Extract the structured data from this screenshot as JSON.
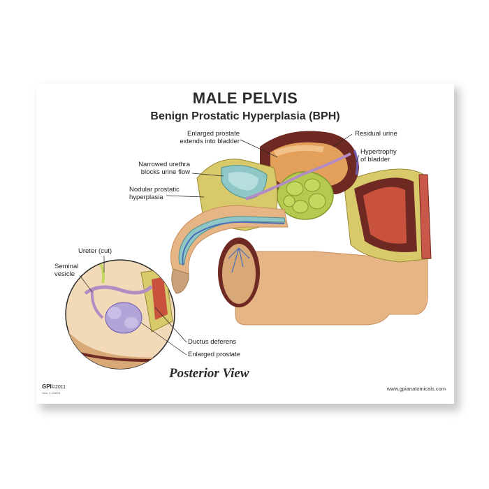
{
  "title": "MALE PELVIS",
  "subtitle": "Benign Prostatic Hyperplasia (BPH)",
  "labels": {
    "enlarged_prostate_line1": "Enlarged prostate",
    "enlarged_prostate_line2": "extends into bladder",
    "residual_urine": "Residual urine",
    "hypertrophy_line1": "Hypertrophy",
    "hypertrophy_line2": "of bladder",
    "narrowed_urethra_line1": "Narrowed urethra",
    "narrowed_urethra_line2": "blocks urine flow",
    "nodular_line1": "Nodular prostatic",
    "nodular_line2": "hyperplasia",
    "ureter_cut": "Ureter (cut)",
    "seminal_line1": "Seminal",
    "seminal_line2": "vesicle",
    "ductus_deferens": "Ductus deferens",
    "enlarged_prostate_inset": "Enlarged prostate"
  },
  "posterior_view": "Posterior View",
  "brand": {
    "logo": "GPI",
    "copyright": "©2011",
    "catalog": "Vers. 1 1/1878"
  },
  "website": "www.gpianatomicals.com",
  "colors": {
    "skin": "#e5b585",
    "skin_dark": "#c98f5e",
    "bladder_wall": "#6e2a22",
    "bladder_lumen": "#e2a05a",
    "prostate": "#b5c94f",
    "prostate_dark": "#7f9a2e",
    "urethra": "#8fc6c6",
    "fat_yellow": "#d8c96a",
    "rectum": "#c8523d",
    "ductus": "#b38cc4",
    "testis": "#d9a877",
    "blue_vein": "#4a6fb8"
  }
}
